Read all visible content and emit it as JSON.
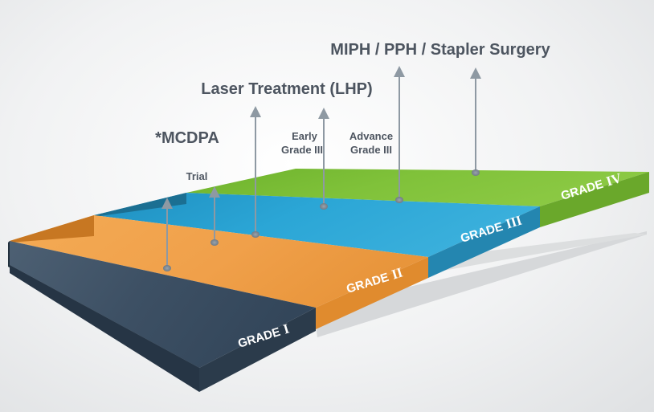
{
  "steps": [
    {
      "grade_word": "GRADE",
      "grade_numeral": "I",
      "top_color": "#3f5366",
      "front_color": "#2b3b4b",
      "side_color": "#22303d"
    },
    {
      "grade_word": "GRADE",
      "grade_numeral": "II",
      "top_color": "#f0a24a",
      "front_color": "#e08b2e",
      "side_color": "#c77722"
    },
    {
      "grade_word": "GRADE",
      "grade_numeral": "III",
      "top_color": "#2a9fcc",
      "front_color": "#2486b0",
      "side_color": "#1b6f92"
    },
    {
      "grade_word": "GRADE",
      "grade_numeral": "IV",
      "top_color": "#7bbd33",
      "front_color": "#6aa82b",
      "side_color": "#568c20"
    }
  ],
  "treatments": {
    "mcdpa": "*MCDPA",
    "trial": "Trial",
    "laser": "Laser Treatment (LHP)",
    "early_line1": "Early",
    "early_line2": "Grade III",
    "advance_line1": "Advance",
    "advance_line2": "Grade III",
    "miph": "MIPH / PPH / Stapler Surgery"
  },
  "colors": {
    "arrow": "#8e99a3",
    "label_text": "#4d5560",
    "shadow": "#d2d4d6"
  }
}
